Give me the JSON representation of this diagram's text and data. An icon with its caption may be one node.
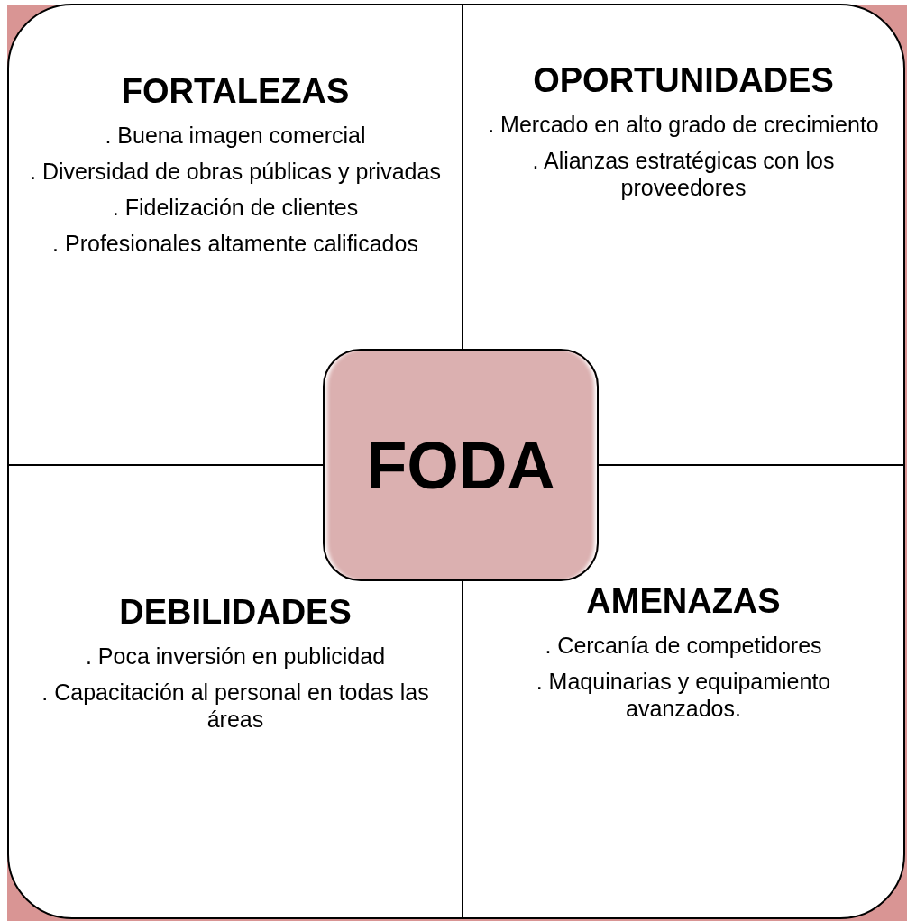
{
  "diagram": {
    "nodes": [
      {
        "text": [
          "FORTALEZAS",
          ". Buena imagen comercial",
          ". Diversidad de obras públicas y privadas",
          ". Fidelización de clientes",
          ". Profesionales altamente calificados"
        ]
      },
      {
        "text": [
          "OPORTUNIDADES",
          ". Mercado en alto grado de crecimiento",
          ". Alianzas estratégicas con los proveedores"
        ]
      },
      {
        "text": [
          "FODA"
        ]
      },
      {
        "text": [
          "DEBILIDADES",
          ". Poca inversión en publicidad",
          ". Capacitación al personal en todas las áreas"
        ]
      },
      {
        "text": [
          "AMENAZAS",
          ". Cercanía de competidores",
          ". Maquinarias y equipamiento avanzados."
        ]
      }
    ]
  }
}
